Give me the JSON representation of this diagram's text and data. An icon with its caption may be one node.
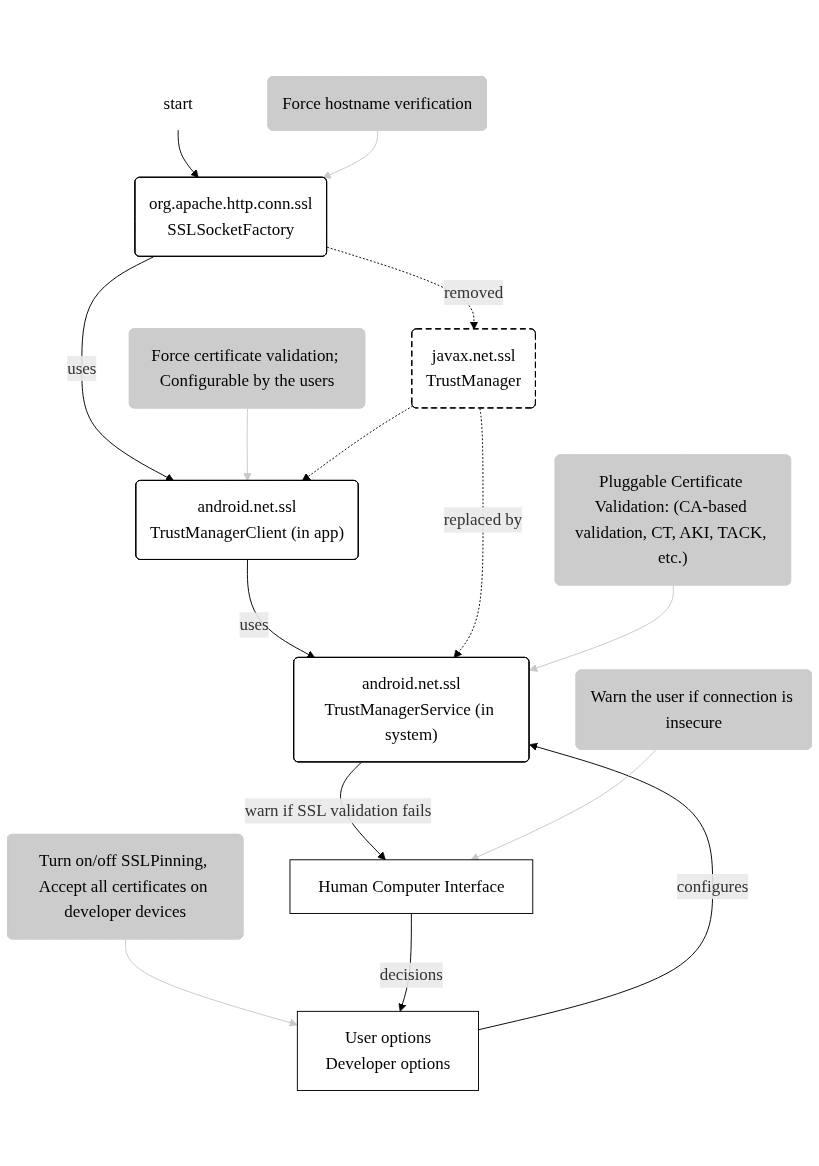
{
  "diagram": {
    "nodes": [
      {
        "text": [
          "Force hostname verification"
        ]
      },
      {
        "text": [
          "org.apache.http.conn.ssl",
          "SSLSocketFactory"
        ]
      },
      {
        "text": [
          "Force certificate validation; Configurable by the users"
        ]
      },
      {
        "text": [
          "android.net.ssl",
          "TrustManagerClient (in app)"
        ]
      },
      {
        "text": [
          "javax.net.ssl",
          "TrustManager"
        ]
      },
      {
        "text": [
          "android.net.ssl",
          "TrustManagerService (in system)"
        ]
      },
      {
        "text": [
          "Pluggable Certificate Validation: (CA-based validation, CT, AKI, TACK, etc.)"
        ]
      },
      {
        "text": [
          "User options",
          "Developer options"
        ]
      },
      {
        "text": [
          "Turn on/off SSLPinning, Accept all certificates on developer devices"
        ]
      },
      {
        "text": [
          "Warn the user if connection is insecure"
        ]
      },
      {
        "text": [
          "Human Computer Interface"
        ]
      },
      {
        "text": [
          "start"
        ]
      }
    ],
    "edges": [
      {
        "from": 11,
        "to": 1,
        "arrow": "to"
      },
      {
        "from": 0,
        "to": 1,
        "arrow": "to",
        "color": "#c8c8c8"
      },
      {
        "from": 1,
        "to": 3,
        "arrow": "to",
        "label": "uses"
      },
      {
        "from": 1,
        "to": 4,
        "arrow": "to",
        "label": "removed",
        "style": "dashed"
      },
      {
        "from": 2,
        "to": 3,
        "arrow": "to",
        "color": "#c8c8c8"
      },
      {
        "from": 4,
        "to": 3,
        "arrow": "to",
        "style": "dashed"
      },
      {
        "from": 3,
        "to": 5,
        "arrow": "to",
        "label": "uses"
      },
      {
        "from": 4,
        "to": 5,
        "arrow": "to",
        "label": "replaced by",
        "style": "dashed"
      },
      {
        "from": 6,
        "to": 5,
        "arrow": "to",
        "color": "#c8c8c8"
      },
      {
        "from": 7,
        "to": 5,
        "arrow": "to",
        "label": "configures"
      },
      {
        "from": 8,
        "to": 7,
        "arrow": "to",
        "color": "#c8c8c8"
      },
      {
        "from": 10,
        "to": 7,
        "arrow": "to",
        "label": "decisions"
      },
      {
        "from": 5,
        "to": 10,
        "arrow": "to",
        "label": "warn if SSL validation fails"
      },
      {
        "from": 9,
        "to": 10,
        "arrow": "to",
        "color": "#c8c8c8"
      }
    ]
  }
}
